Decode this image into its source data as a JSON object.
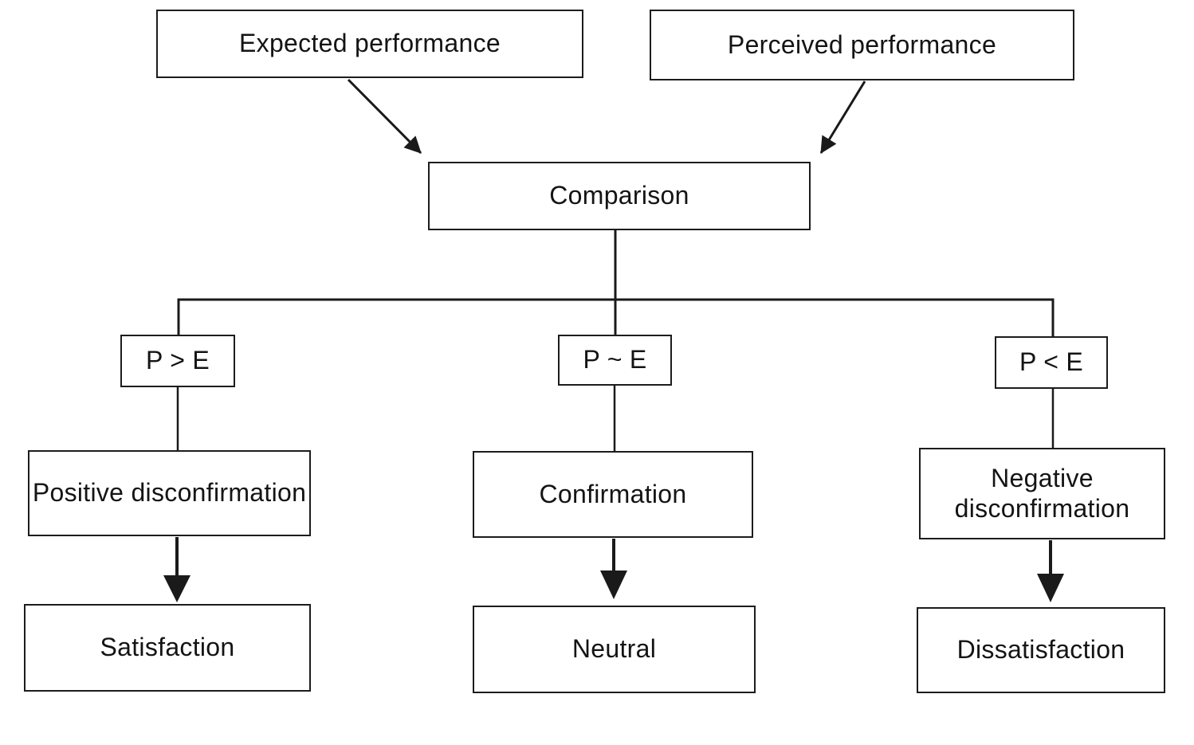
{
  "diagram": {
    "kind": "flowchart",
    "colors": {
      "ink": "#1a1a1a",
      "background": "#ffffff"
    },
    "nodes": {
      "expected_performance": {
        "label": "Expected performance"
      },
      "perceived_performance": {
        "label": "Perceived performance"
      },
      "comparison": {
        "label": "Comparison"
      },
      "p_greater_e": {
        "label": "P > E"
      },
      "p_similar_e": {
        "label": "P ~ E"
      },
      "p_less_e": {
        "label": "P < E"
      },
      "positive_disconfirmation": {
        "label": "Positive disconfirmation"
      },
      "confirmation": {
        "label": "Confirmation"
      },
      "negative_disconfirmation": {
        "label": "Negative disconfirmation"
      },
      "satisfaction": {
        "label": "Satisfaction"
      },
      "neutral": {
        "label": "Neutral"
      },
      "dissatisfaction": {
        "label": "Dissatisfaction"
      }
    },
    "edges": [
      {
        "from": "expected_performance",
        "to": "comparison",
        "style": "arrow"
      },
      {
        "from": "perceived_performance",
        "to": "comparison",
        "style": "arrow"
      },
      {
        "from": "comparison",
        "to": "p_greater_e",
        "style": "line"
      },
      {
        "from": "comparison",
        "to": "p_similar_e",
        "style": "line"
      },
      {
        "from": "comparison",
        "to": "p_less_e",
        "style": "line"
      },
      {
        "from": "p_greater_e",
        "to": "positive_disconfirmation",
        "style": "line"
      },
      {
        "from": "p_similar_e",
        "to": "confirmation",
        "style": "line"
      },
      {
        "from": "p_less_e",
        "to": "negative_disconfirmation",
        "style": "line"
      },
      {
        "from": "positive_disconfirmation",
        "to": "satisfaction",
        "style": "bold-arrow"
      },
      {
        "from": "confirmation",
        "to": "neutral",
        "style": "bold-arrow"
      },
      {
        "from": "negative_disconfirmation",
        "to": "dissatisfaction",
        "style": "bold-arrow"
      }
    ]
  }
}
